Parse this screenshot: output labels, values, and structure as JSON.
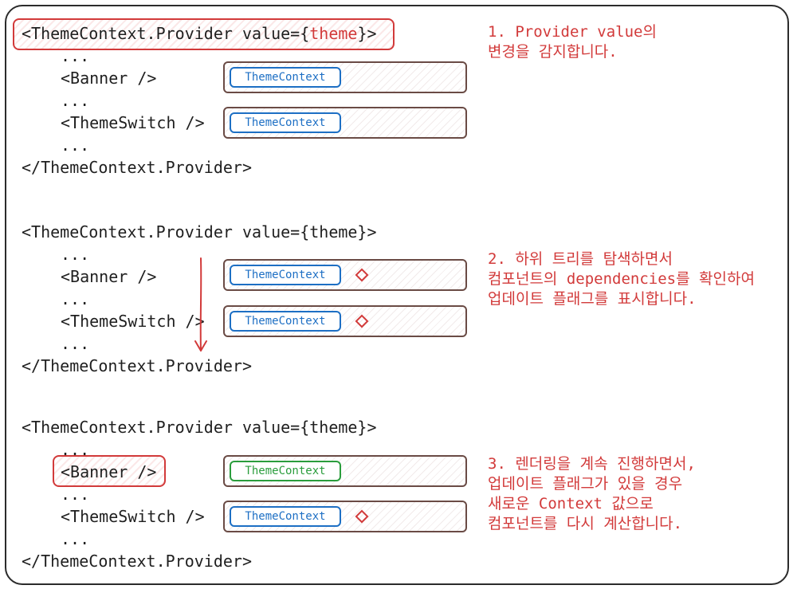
{
  "sections": [
    {
      "provider_open_prefix": "<ThemeContext.Provider value={",
      "provider_value": "theme",
      "provider_open_suffix": "}>",
      "ellipsis": "...",
      "banner": "<Banner />",
      "theme_switch": "<ThemeSwitch />",
      "provider_close": "</ThemeContext.Provider>",
      "banner_context": "ThemeContext",
      "switch_context": "ThemeContext",
      "note_lines": [
        "1. Provider value의",
        "변경을 감지합니다."
      ]
    },
    {
      "provider_open": "<ThemeContext.Provider value={theme}>",
      "ellipsis": "...",
      "banner": "<Banner />",
      "theme_switch": "<ThemeSwitch />",
      "provider_close": "</ThemeContext.Provider>",
      "banner_context": "ThemeContext",
      "switch_context": "ThemeContext",
      "note_lines": [
        "2. 하위 트리를 탐색하면서",
        "컴포넌트의 dependencies를 확인하여",
        "업데이트 플래그를 표시합니다."
      ]
    },
    {
      "provider_open": "<ThemeContext.Provider value={theme}>",
      "ellipsis": "...",
      "banner": "<Banner />",
      "theme_switch": "<ThemeSwitch />",
      "provider_close": "</ThemeContext.Provider>",
      "banner_context": "ThemeContext",
      "switch_context": "ThemeContext",
      "note_lines": [
        "3. 렌더링을 계속 진행하면서,",
        "업데이트 플래그가 있을 경우",
        "새로운 Context 값으로",
        "컴포넌트를 다시 계산합니다."
      ]
    }
  ],
  "colors": {
    "highlight": "#d23a3a",
    "context_default": "#1d6fc4",
    "context_updated": "#2a9d3c",
    "fiber_border": "#6a4b45"
  }
}
